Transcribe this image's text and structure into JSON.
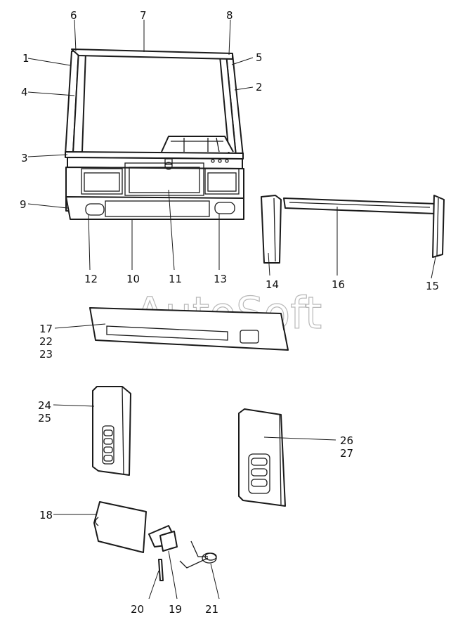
{
  "watermark": "AutoSoft",
  "callouts": [
    {
      "id": "c1",
      "text": "1"
    },
    {
      "id": "c2",
      "text": "2"
    },
    {
      "id": "c3",
      "text": "3"
    },
    {
      "id": "c4",
      "text": "4"
    },
    {
      "id": "c5",
      "text": "5"
    },
    {
      "id": "c6",
      "text": "6"
    },
    {
      "id": "c7",
      "text": "7"
    },
    {
      "id": "c8",
      "text": "8"
    },
    {
      "id": "c9",
      "text": "9"
    },
    {
      "id": "c10",
      "text": "10"
    },
    {
      "id": "c11",
      "text": "11"
    },
    {
      "id": "c12",
      "text": "12"
    },
    {
      "id": "c13",
      "text": "13"
    },
    {
      "id": "c14",
      "text": "14"
    },
    {
      "id": "c15",
      "text": "15"
    },
    {
      "id": "c16",
      "text": "16"
    },
    {
      "id": "c17",
      "text": "17"
    },
    {
      "id": "c18",
      "text": "18"
    },
    {
      "id": "c19",
      "text": "19"
    },
    {
      "id": "c20",
      "text": "20"
    },
    {
      "id": "c21",
      "text": "21"
    },
    {
      "id": "c22",
      "text": "22"
    },
    {
      "id": "c23",
      "text": "23"
    },
    {
      "id": "c24",
      "text": "24"
    },
    {
      "id": "c25",
      "text": "25"
    },
    {
      "id": "c26",
      "text": "26"
    },
    {
      "id": "c27",
      "text": "27"
    }
  ]
}
